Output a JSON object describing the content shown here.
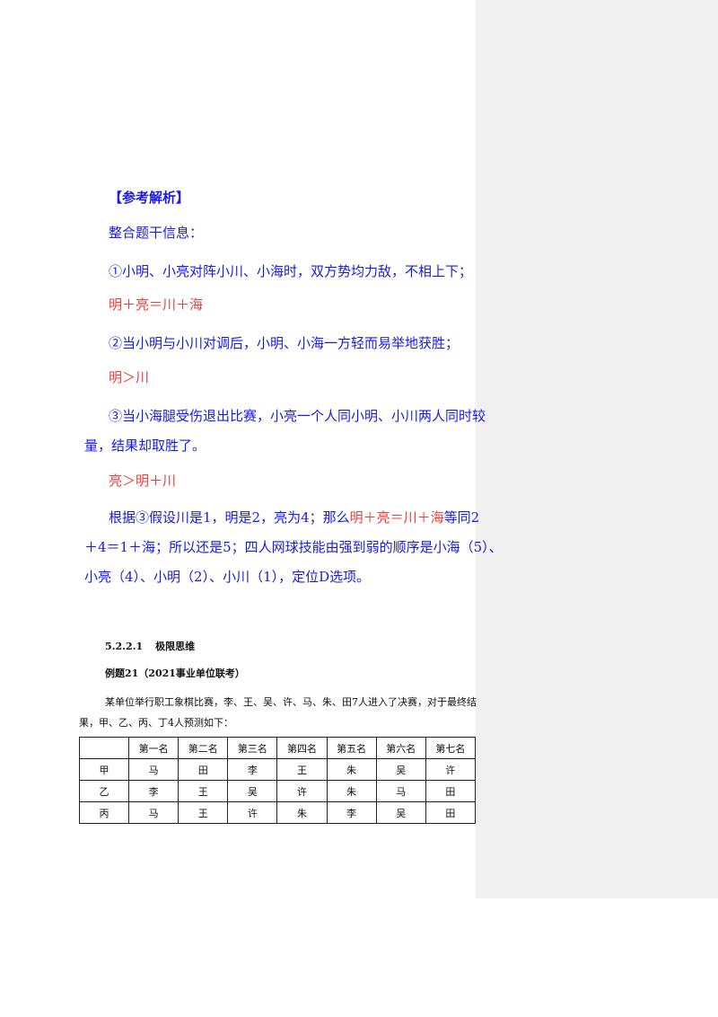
{
  "analysis": {
    "heading": "【参考解析】",
    "intro": "整合题干信息：",
    "p1": "①小明、小亮对阵小川、小海时，双方势均力敌，不相上下；",
    "eq1": "明＋亮＝川＋海",
    "p2": "②当小明与小川对调后，小明、小海一方轻而易举地获胜；",
    "eq2": "明＞川",
    "p3_line1": "③当小海腿受伤退出比赛，小亮一个人同小明、小川两人同时较",
    "p3_line2": "量，结果却取胜了。",
    "eq3": "亮＞明＋川",
    "p4_line1_a": "根据③假设川是1，明是2，亮为4；那么",
    "p4_line1_red": "明＋亮＝川＋海",
    "p4_line1_b": "等同2",
    "p4_line2": "＋4＝1＋海；所以还是5；四人网球技能由强到弱的顺序是小海（5）、",
    "p4_line3": "小亮（4）、小明（2）、小川（1），定位D选项。"
  },
  "section": {
    "number": "5.2.2.1",
    "title": "极限思维",
    "example": "例题21（2021事业单位联考）",
    "body_line1": "某单位举行职工象棋比赛，李、王、吴、许、马、朱、田7人进入了决赛，对于最终结",
    "body_line2": "果，甲、乙、丙、丁4人预测如下："
  },
  "table": {
    "headers": [
      "",
      "第一名",
      "第二名",
      "第三名",
      "第四名",
      "第五名",
      "第六名",
      "第七名"
    ],
    "rows": [
      [
        "甲",
        "马",
        "田",
        "李",
        "王",
        "朱",
        "吴",
        "许"
      ],
      [
        "乙",
        "李",
        "王",
        "吴",
        "许",
        "朱",
        "马",
        "田"
      ],
      [
        "丙",
        "马",
        "王",
        "许",
        "朱",
        "李",
        "吴",
        "田"
      ]
    ]
  },
  "colors": {
    "blue_text": "#1a1ae6",
    "red_text": "#e8413c",
    "comment_pane": "#f0f0f0"
  }
}
